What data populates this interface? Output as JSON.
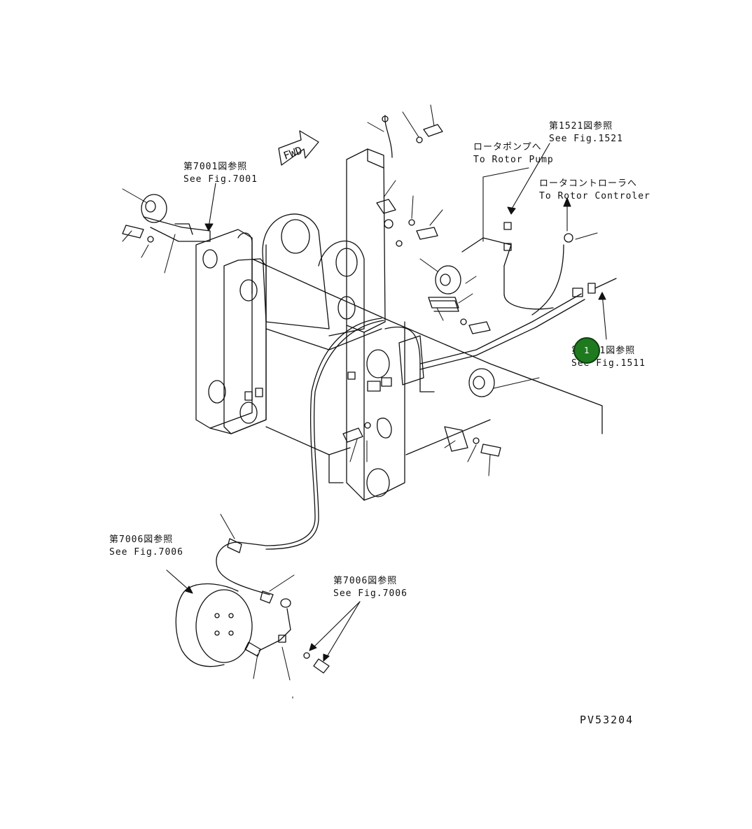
{
  "drawing": {
    "fwd_label": "FWD",
    "figure_number": "PV53204"
  },
  "callouts": {
    "fig7001": {
      "jp": "第7001図参照",
      "en": "See Fig.7001"
    },
    "fig1521": {
      "jp": "第1521図参照",
      "en": "See Fig.1521"
    },
    "rotor_pump": {
      "jp": "ロータポンプへ",
      "en": "To Rotor Pump"
    },
    "rotor_controller": {
      "jp": "ロータコントローラへ",
      "en": "To Rotor Controler"
    },
    "fig1511": {
      "jp": "第1511図参照",
      "en": "See Fig.1511"
    },
    "fig7006_left": {
      "jp": "第7006図参照",
      "en": "See Fig.7006"
    },
    "fig7006_right": {
      "jp": "第7006図参照",
      "en": "See Fig.7006"
    }
  },
  "hotspots": [
    {
      "label": "1",
      "color": "#1f7a1f"
    }
  ]
}
